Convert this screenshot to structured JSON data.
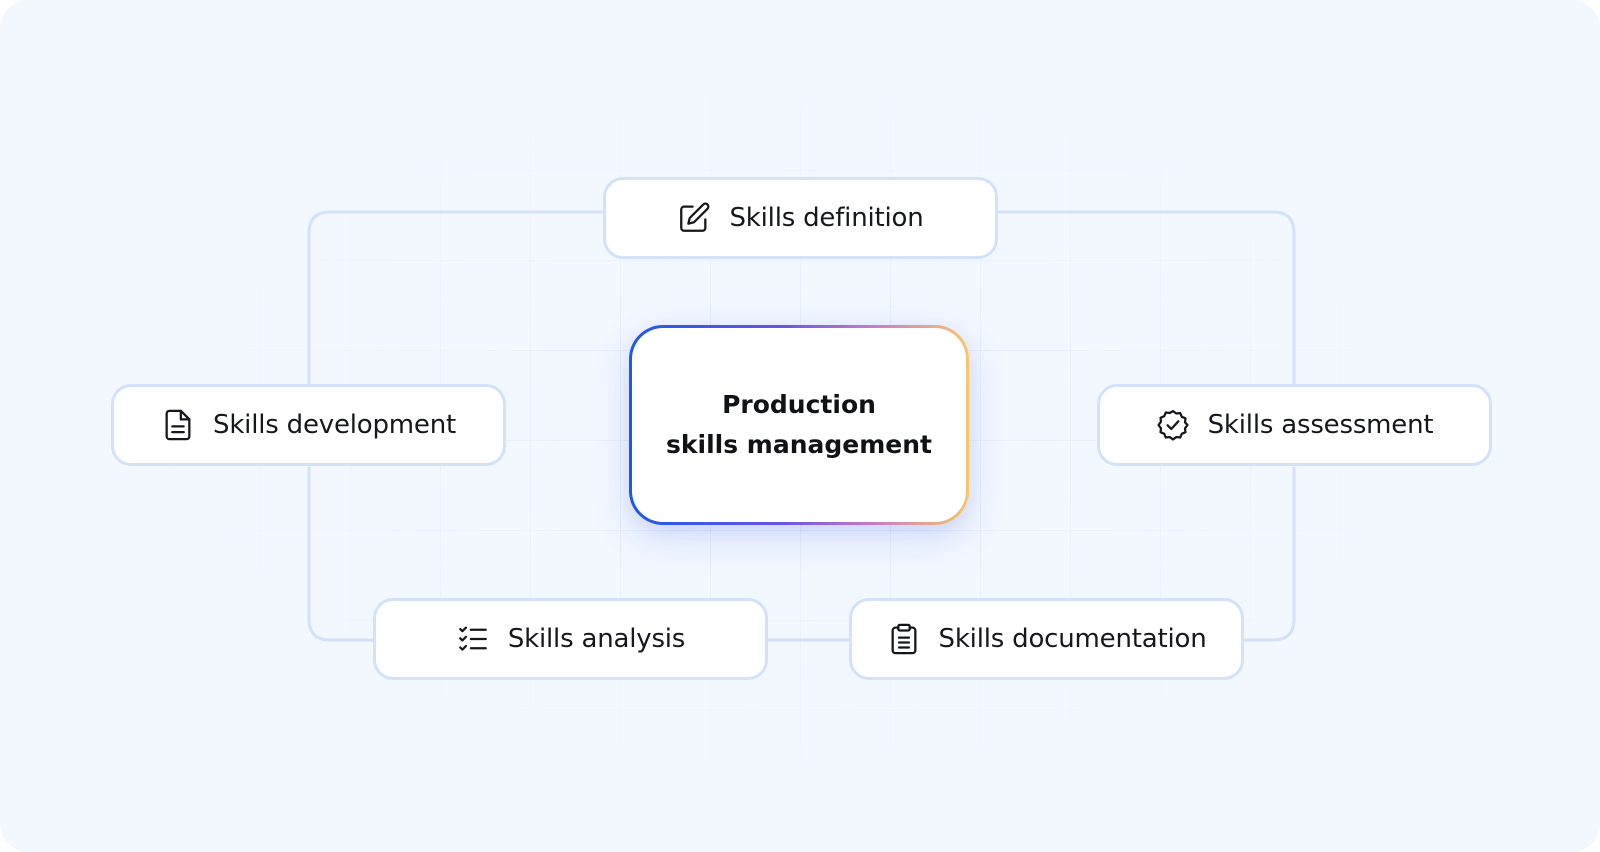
{
  "center": {
    "line1": "Production",
    "line2": "skills management"
  },
  "nodes": {
    "definition": {
      "label": "Skills definition",
      "icon": "edit-icon"
    },
    "development": {
      "label": "Skills development",
      "icon": "document-icon"
    },
    "assessment": {
      "label": "Skills assessment",
      "icon": "verified-badge-icon"
    },
    "analysis": {
      "label": "Skills analysis",
      "icon": "checklist-icon"
    },
    "documentation": {
      "label": "Skills documentation",
      "icon": "clipboard-icon"
    }
  },
  "colors": {
    "background": "#f3f7fe",
    "node_border": "#d3e2f8",
    "connector": "#d3e2f8",
    "gradient_start": "#1d5be0",
    "gradient_end": "#f7c769"
  }
}
